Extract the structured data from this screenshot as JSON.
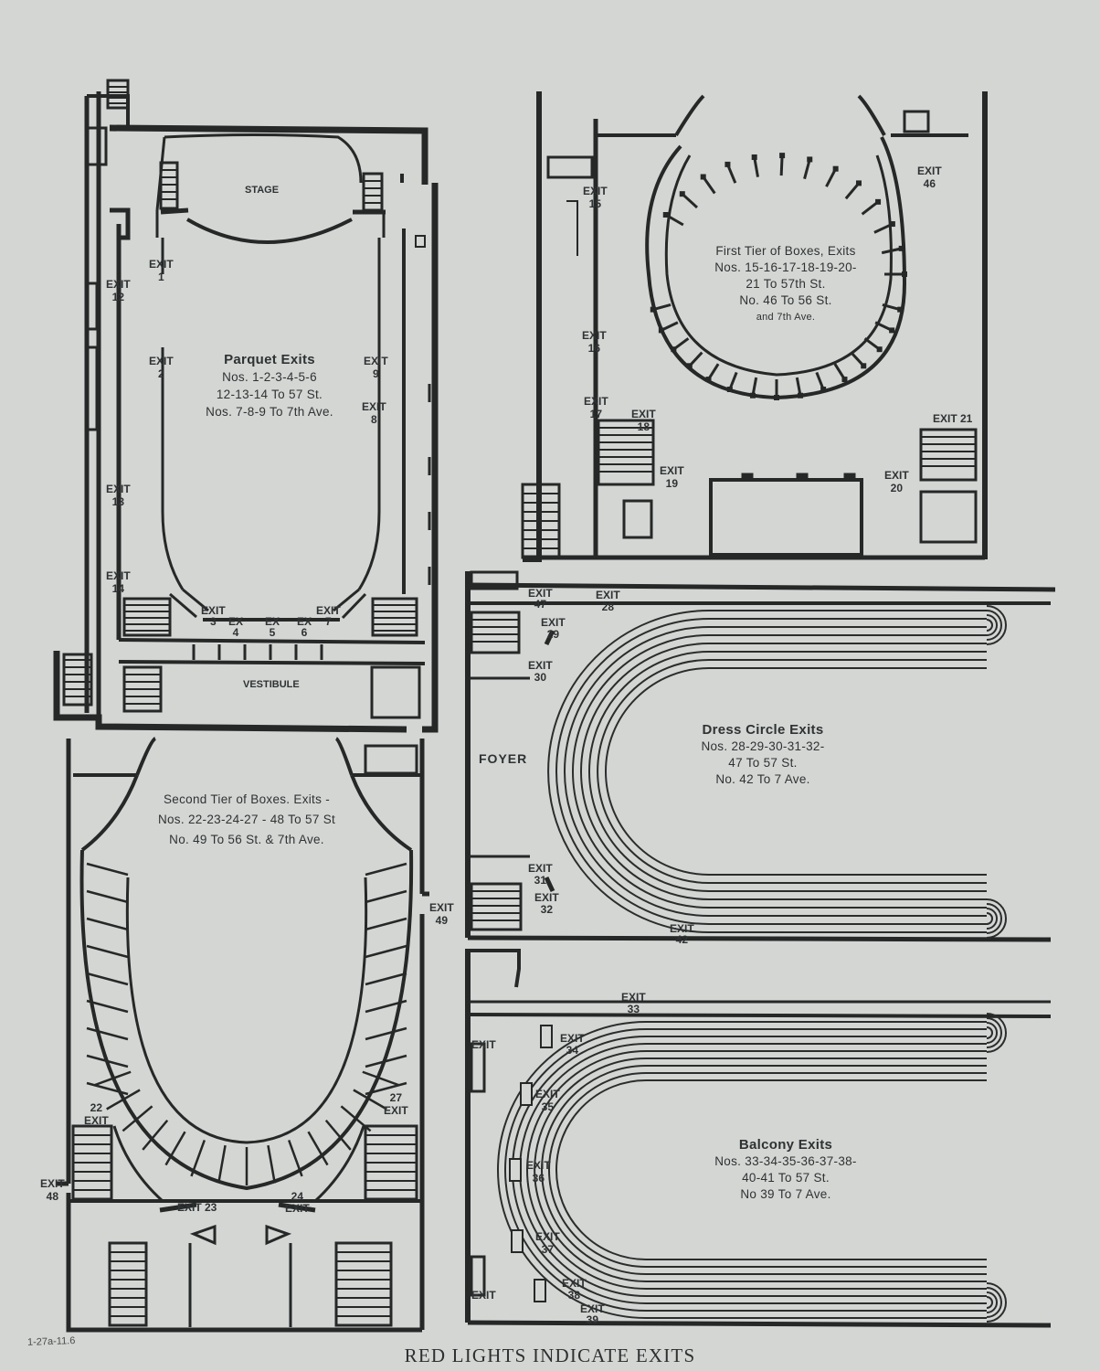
{
  "page": {
    "footer": "RED LIGHTS INDICATE EXITS",
    "margin_note": "1-27a-11.6"
  },
  "rooms": {
    "stage": "STAGE",
    "vestibule": "VESTIBULE",
    "foyer": "FOYER"
  },
  "sections": {
    "parquet": {
      "title": "Parquet Exits",
      "lines": [
        "Nos. 1-2-3-4-5-6",
        "12-13-14 To 57 St.",
        "Nos. 7-8-9 To 7th Ave."
      ]
    },
    "first_tier": {
      "title": "First Tier of Boxes, Exits",
      "lines": [
        "Nos. 15-16-17-18-19-20-",
        "21 To 57th St.",
        "No. 46 To 56 St.",
        "and 7th Ave."
      ]
    },
    "dress_circle": {
      "title": "Dress Circle Exits",
      "lines": [
        "Nos. 28-29-30-31-32-",
        "47 To 57 St.",
        "No. 42 To 7 Ave."
      ]
    },
    "second_tier": {
      "title": "Second Tier of Boxes. Exits -",
      "lines": [
        "Nos. 22-23-24-27 - 48 To 57 St",
        "No. 49 To 56 St. & 7th Ave."
      ]
    },
    "balcony": {
      "title": "Balcony Exits",
      "lines": [
        "Nos. 33-34-35-36-37-38-",
        "40-41 To 57 St.",
        "No 39 To 7 Ave."
      ]
    }
  },
  "exit_labels": {
    "e1": "EXIT\n1",
    "e2": "EXIT\n2",
    "e3": "EXIT\n3",
    "e4": "EX\n4",
    "e5": "EX\n5",
    "e6": "EX\n6",
    "e7": "EXIT\n7",
    "e8": "EXIT\n8",
    "e9": "EXIT\n9",
    "e12": "EXIT\n12",
    "e13": "EXIT\n13",
    "e14": "EXIT\n14",
    "e15": "EXIT\n15",
    "e16": "EXIT\n16",
    "e17": "EXIT\n17",
    "e18": "EXIT\n18",
    "e19": "EXIT\n19",
    "e20": "EXIT\n20",
    "e21": "EXIT 21",
    "e46": "EXIT\n46",
    "e47": "EXIT\n47",
    "e28": "EXIT\n28",
    "e29": "EXIT\n29",
    "e30": "EXIT\n30",
    "e31": "EXIT\n31",
    "e32": "EXIT\n32",
    "e42": "EXIT\n42",
    "e49": "EXIT\n49",
    "e22": "22\nEXIT",
    "e27": "27\nEXIT",
    "e48": "EXIT\n48",
    "e23": "EXIT 23",
    "e24": "24\nEXIT",
    "e33": "EXIT\n33",
    "e34": "EXIT\n34",
    "e35": "EXIT\n35",
    "e36": "EXIT\n36",
    "e37": "EXIT\n37",
    "e38": "EXIT\n38",
    "e39": "EXIT\n39",
    "e40": "EXIT",
    "e41": "EXIT"
  }
}
